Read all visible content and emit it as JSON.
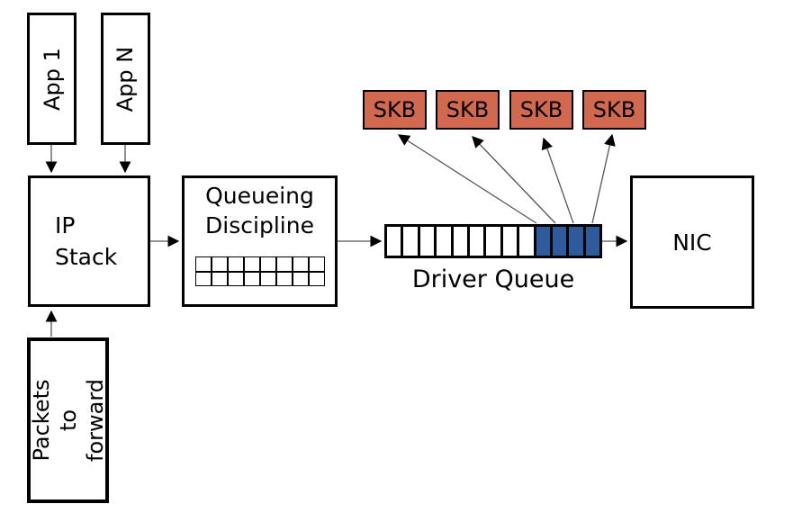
{
  "colors": {
    "background": "#ffffff",
    "box_fill": "#ffffff",
    "box_border": "#000000",
    "skb_fill": "#d2694e",
    "queue_cell_empty": "#ffffff",
    "queue_cell_filled": "#2e5b9c",
    "arrow_line": "#555555",
    "arrow_head": "#000000",
    "text": "#000000"
  },
  "nodes": {
    "app1": {
      "label": "App 1"
    },
    "appn": {
      "label": "App N"
    },
    "ip_stack": {
      "label": "IP\nStack"
    },
    "qdisc": {
      "label": "Queueing\nDiscipline",
      "grid_rows": 2,
      "grid_cols": 8
    },
    "driver_queue": {
      "label": "Driver Queue",
      "cells_total": 13,
      "cells_filled": 4
    },
    "nic": {
      "label": "NIC"
    },
    "packets_to_forward": {
      "label": "Packets to\nforward"
    },
    "skb": {
      "label": "SKB",
      "count": 4
    }
  }
}
